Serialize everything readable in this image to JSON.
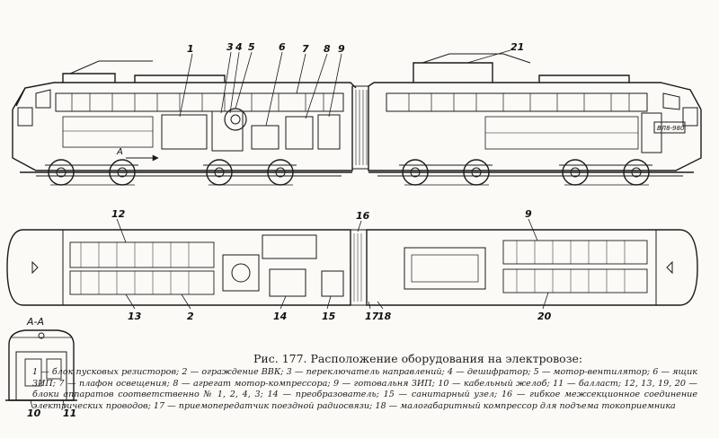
{
  "figure": {
    "caption_title": "Рис. 177. Расположение оборудования на электровозе:",
    "legend_text": "1 — блок пусковых резисторов; 2 — ограждение ВВК; 3 — переключатель направлений; 4 — дешифратор; 5 — мотор-вентилятор; 6 — ящик ЗИП; 7 — плафон освещения; 8 — агрегат мотор-компрессора; 9 — готовальня ЗИП; 10 — кабельный желоб; 11 — балласт; 12, 13, 19, 20 — блоки аппаратов соответственно № 1, 2, 4, 3; 14 — преобразователь; 15 — санитарный узел; 16 — гибкое межсекционное соединение электрических проводов; 17 — приемопередатчик поездной радиосвязи; 18 — малогабаритный компрессор для подъема токоприемника",
    "section_label": "А-А",
    "arrow_label": "А",
    "loco_plate": "ВЛ8-980"
  },
  "callouts_side": [
    "1",
    "3",
    "4",
    "5",
    "6",
    "7",
    "8",
    "9",
    "21"
  ],
  "callouts_plan": [
    "12",
    "13",
    "2",
    "14",
    "15",
    "16",
    "17",
    "18",
    "9",
    "20"
  ],
  "callouts_section": [
    "10",
    "11"
  ]
}
